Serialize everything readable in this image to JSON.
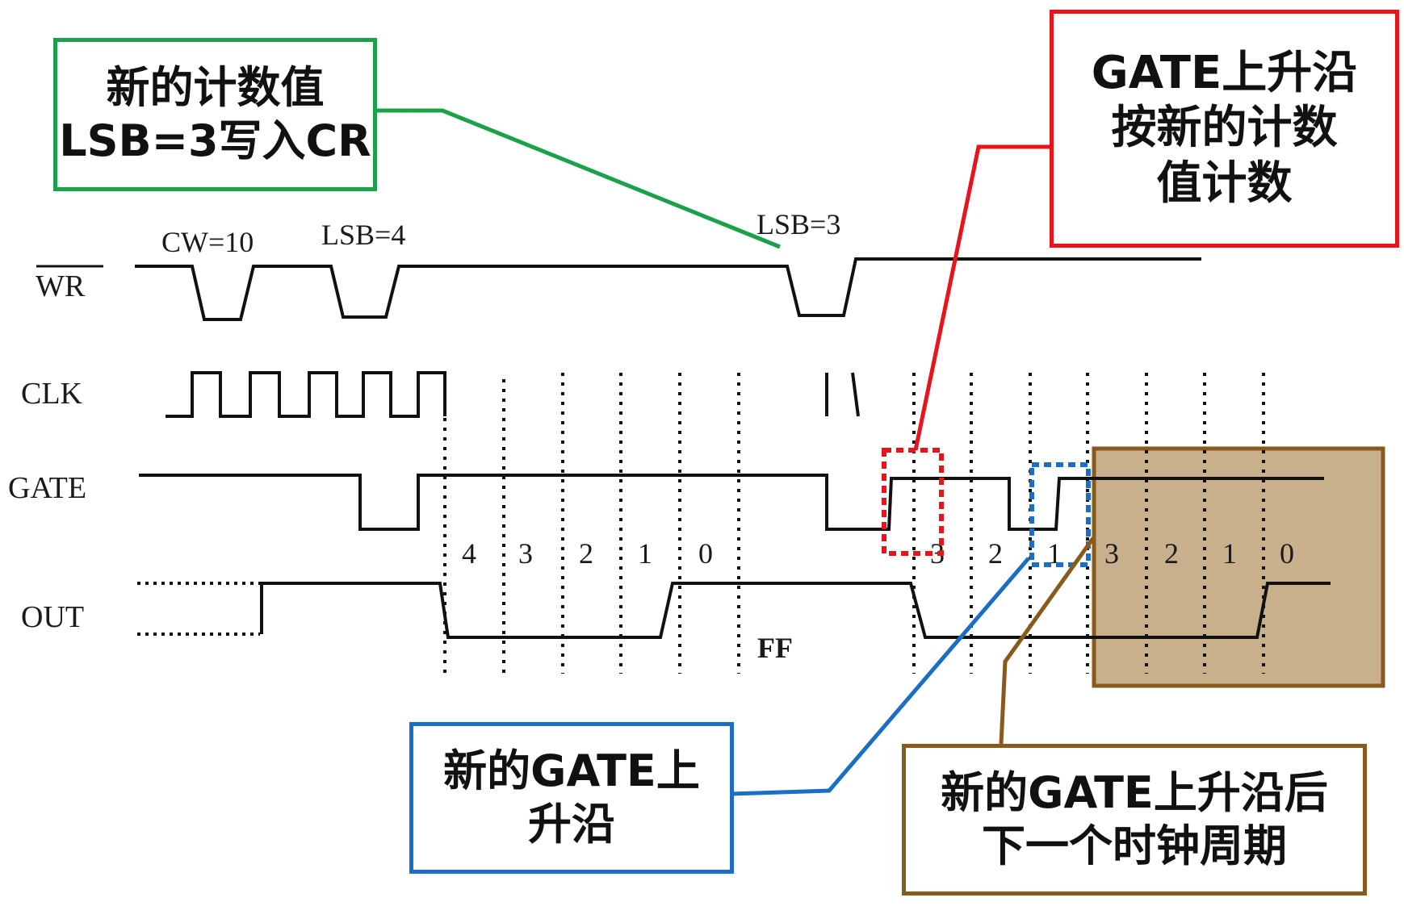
{
  "signals": {
    "wr": "WR",
    "clk": "CLK",
    "gate": "GATE",
    "out": "OUT"
  },
  "write_labels": [
    "CW=10",
    "LSB=4",
    "LSB=3"
  ],
  "first_count_sequence": [
    "4",
    "3",
    "2",
    "1",
    "0"
  ],
  "out_ff_label": "FF",
  "second_count_sequence": [
    "3",
    "2",
    "1"
  ],
  "highlight_count_sequence": [
    "3",
    "2",
    "1",
    "0"
  ],
  "callouts": {
    "new_count": {
      "lines": [
        "新的计数值",
        "LSB=3写入CR"
      ],
      "color": "#1aa14a"
    },
    "gate_rising_restart": {
      "lines": [
        "GATE上升沿",
        "按新的计数",
        "值计数"
      ],
      "color": "#e8141b"
    },
    "new_gate_rising": {
      "lines": [
        "新的GATE上",
        "升沿"
      ],
      "color": "#1a6fc4"
    },
    "next_clock_after_gate": {
      "lines": [
        "新的GATE上升沿后",
        "下一个时钟周期"
      ],
      "color": "#8a5a1c"
    }
  },
  "highlight_fill": "#c8b08c"
}
